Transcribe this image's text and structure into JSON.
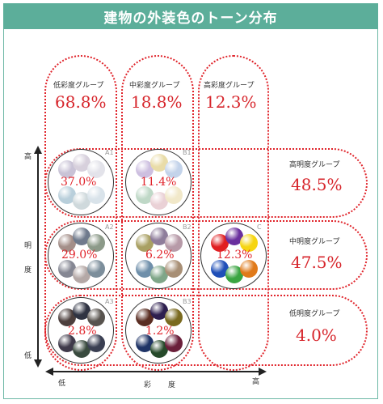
{
  "title": "建物の外装色のトーン分布",
  "columns": [
    {
      "label": "低彩度グループ",
      "pct": "68.8%"
    },
    {
      "label": "中彩度グループ",
      "pct": "18.8%"
    },
    {
      "label": "高彩度グループ",
      "pct": "12.3%"
    }
  ],
  "rows": [
    {
      "label": "高明度グループ",
      "pct": "48.5%"
    },
    {
      "label": "中明度グループ",
      "pct": "47.5%"
    },
    {
      "label": "低明度グループ",
      "pct": "4.0%"
    }
  ],
  "cells": [
    {
      "code": "A1",
      "pct": "37.0%",
      "colors": [
        "#c9c3d6",
        "#d7d0dc",
        "#e3e3ea",
        "#b9cfdb",
        "#cfd9dc",
        "#d9e3ea"
      ]
    },
    {
      "code": "B1",
      "pct": "11.4%",
      "colors": [
        "#cdbfe0",
        "#e9dca8",
        "#c3d3ea",
        "#bfd8c7",
        "#ead1d6",
        "#f1e8c9"
      ]
    },
    {
      "code": "A2",
      "pct": "29.0%",
      "colors": [
        "#a48f89",
        "#6f7a8c",
        "#8c9a89",
        "#858793",
        "#b4a8a6",
        "#7c8e9b"
      ]
    },
    {
      "code": "B2",
      "pct": "6.2%",
      "colors": [
        "#a9a063",
        "#8f7d9b",
        "#b79aa8",
        "#6f8faa",
        "#7fa688",
        "#a88f75"
      ]
    },
    {
      "code": "C",
      "pct": "12.3%",
      "colors": [
        "#e01f21",
        "#6a2f9e",
        "#f6d511",
        "#1f4fb8",
        "#3aa541",
        "#e07a1a"
      ]
    },
    {
      "code": "A3",
      "pct": "2.8%",
      "colors": [
        "#4c3f3d",
        "#2f3342",
        "#58534e",
        "#3f3a4a",
        "#394a3e",
        "#3a3f52"
      ]
    },
    {
      "code": "B3",
      "pct": "1.2%",
      "colors": [
        "#5a2d22",
        "#2e1f4f",
        "#7a6a1f",
        "#1f3466",
        "#264a2a",
        "#6a1f3a"
      ]
    }
  ],
  "axis": {
    "v_high": "高",
    "v_title1": "明",
    "v_title2": "度",
    "v_low": "低",
    "h_low": "低",
    "h_title1": "彩",
    "h_title2": "度",
    "h_high": "高"
  }
}
